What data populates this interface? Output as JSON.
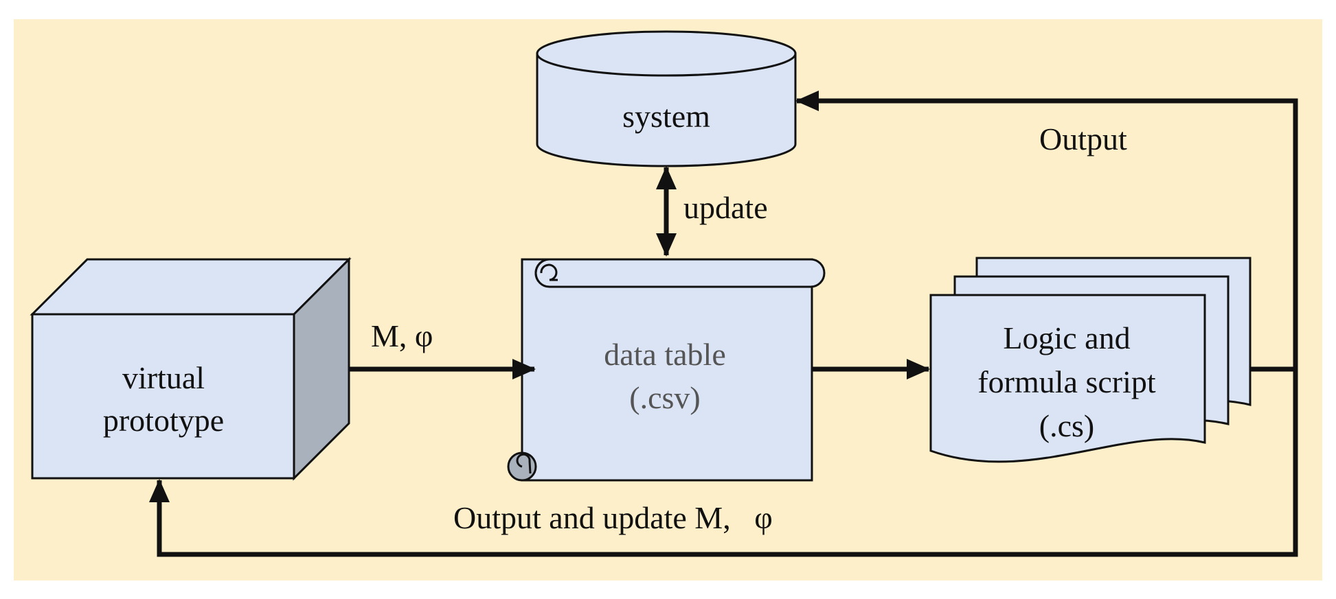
{
  "colors": {
    "background_panel": "#fdefc9",
    "shape_fill": "#dbe4f4",
    "shape_side": "#a9b1bc",
    "stroke": "#111111"
  },
  "nodes": {
    "system": {
      "label": "system",
      "shape": "database-cylinder"
    },
    "virtual_prototype": {
      "line1": "virtual",
      "line2": "prototype",
      "shape": "3d-box"
    },
    "data_table": {
      "line1": "data table",
      "line2": "(.csv)",
      "shape": "scroll"
    },
    "script": {
      "line1": "Logic and",
      "line2": "formula script",
      "line3": "(.cs)",
      "shape": "multi-document"
    }
  },
  "edges": {
    "prototype_to_table": {
      "label": "M, φ"
    },
    "table_system": {
      "label": "update"
    },
    "script_to_system": {
      "label": "Output"
    },
    "script_to_prototype": {
      "label": "Output and update M,   φ"
    }
  }
}
